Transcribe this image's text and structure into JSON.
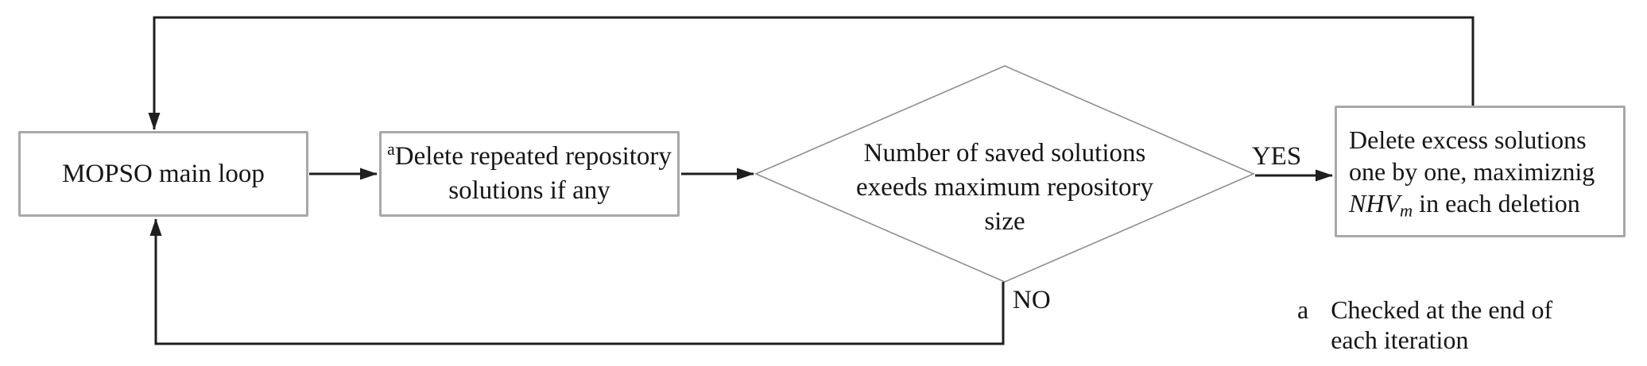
{
  "nodes": {
    "mopso": {
      "label": "MOPSO main loop"
    },
    "delete_repeated": {
      "sup": "a",
      "label": "Delete repeated repository solutions if any"
    },
    "decision": {
      "label": "Number of saved solutions exeeds maximum repository size"
    },
    "delete_excess": {
      "text_before": "Delete excess solutions one by one, maximiznig ",
      "var_name": "NHV",
      "var_sub": "m",
      "text_after": " in each deletion"
    }
  },
  "edges": {
    "yes_label": "YES",
    "no_label": "NO"
  },
  "footnote": {
    "marker": "a",
    "text": "Checked at the end of each iteration"
  },
  "colors": {
    "line": "#1f1f1f",
    "box_border": "#a8a8a8",
    "diamond_border": "#8f8f8f",
    "text": "#161616",
    "background": "#ffffff"
  }
}
